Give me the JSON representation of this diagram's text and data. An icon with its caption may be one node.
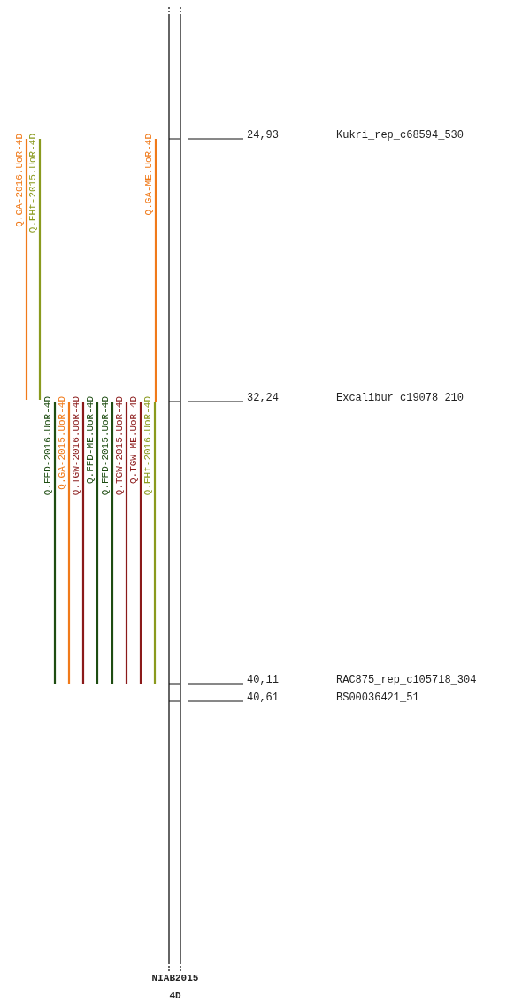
{
  "diagram": {
    "nodes": [
      {
        "text": [
          "NIAB2015",
          "4D"
        ]
      }
    ],
    "labels": [
      "Q.GA-2016.UoR-4D",
      "Q.EHt-2015.UoR-4D",
      "Q.GA-ME.UoR-4D",
      "24,93",
      "Kukri_rep_c68594_530",
      "32,24",
      "Excalibur_c19078_210",
      "Q.FFD-2016.UoR-4D",
      "Q.GA-2015.UoR-4D",
      "Q.TGW-2016.UoR-4D",
      "Q.FFD-ME.UoR-4D",
      "Q.FFD-2015.UoR-4D",
      "Q.TGW-2015.UoR-4D",
      "Q.TGW-ME.UoR-4D",
      "Q.EHt-2016.UoR-4D",
      "40,11",
      "RAC875_rep_c105718_304",
      "40,61",
      "BS00036421_51"
    ]
  }
}
